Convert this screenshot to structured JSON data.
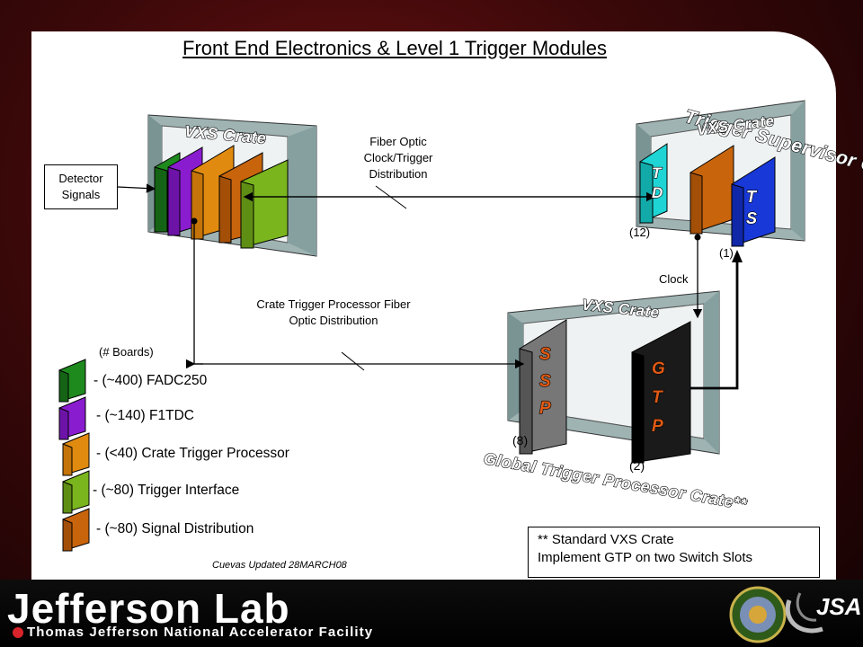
{
  "title": "Front End Electronics & Level 1 Trigger Modules",
  "detector_signals": "Detector Signals",
  "fiber_optic_label": "Fiber Optic Clock/Trigger Distribution",
  "ctp_fiber_label": "Crate Trigger Processor Fiber Optic Distribution",
  "clock_label": "Clock",
  "vxs_crate": "VXS Crate",
  "trigger_supervisor_crate": "Trigger Supervisor Crate",
  "gtp_crate": "Global Trigger Processor Crate**",
  "td_label": "T D",
  "ts_label": "T S",
  "ssp_label": "S S P",
  "gtp_label": "G T P",
  "count_td": "(12)",
  "count_ts": "(1)",
  "count_ssp": "(8)",
  "count_gtp": "(2)",
  "legend": {
    "header": "(# Boards)",
    "items": [
      {
        "label": "- (~400) FADC250",
        "color": "#1e8a1e"
      },
      {
        "label": "- (~140) F1TDC",
        "color": "#8a1ccf"
      },
      {
        "label": "- (<40) Crate Trigger Processor",
        "color": "#e08a10"
      },
      {
        "label": "- (~80) Trigger Interface",
        "color": "#7ab51e"
      },
      {
        "label": "- (~80) Signal Distribution",
        "color": "#c8640c"
      }
    ]
  },
  "note": {
    "line1": "** Standard VXS Crate",
    "line2": "Implement GTP on two Switch Slots"
  },
  "credit": "Cuevas Updated 28MARCH08",
  "logo": {
    "name": "Jefferson Lab",
    "subtitle": "Thomas Jefferson National Accelerator Facility",
    "partner": "JSA"
  }
}
